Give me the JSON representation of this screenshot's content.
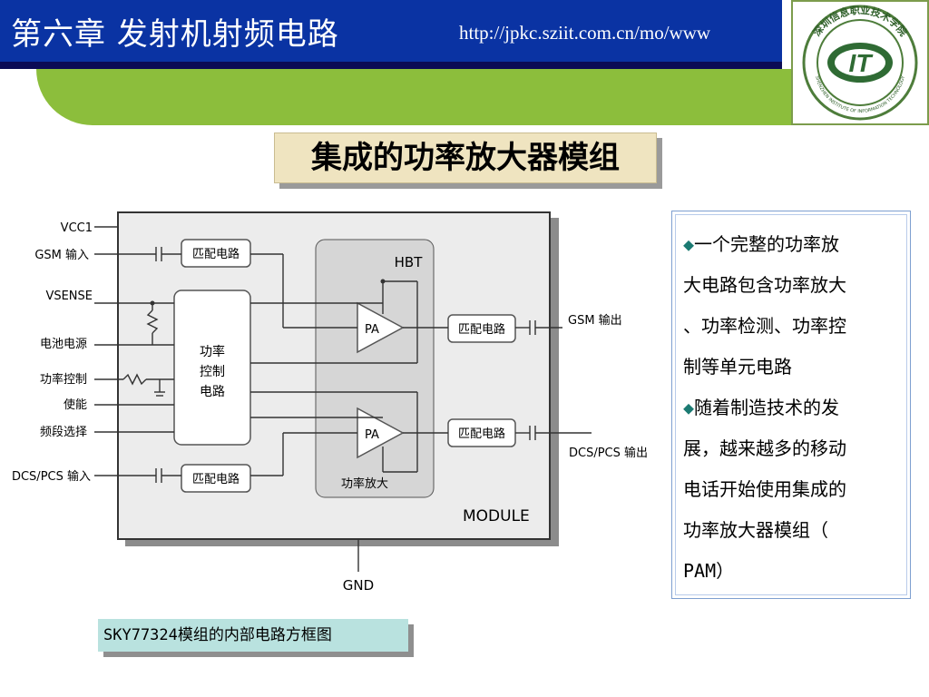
{
  "header": {
    "title": "第六章  发射机射频电路",
    "url": "http://jpkc.sziit.com.cn/mo/www"
  },
  "logo": {
    "icon": "college-seal-logo",
    "top_text": "深圳信息职业技术学院",
    "bottom_text": "SHENZHEN INSTITUTE OF INFORMATION TECHNOLOGY",
    "center_text": "IT"
  },
  "slide_title": "集成的功率放大器模组",
  "diagram": {
    "labels": {
      "vcc1": "VCC1",
      "gsm_in": "GSM 输入",
      "vsense": "VSENSE",
      "battery": "电池电源",
      "power_ctrl": "功率控制",
      "enable": "使能",
      "band_select": "频段选择",
      "dcs_pcs_in": "DCS/PCS 输入",
      "gsm_out": "GSM 输出",
      "dcs_pcs_out": "DCS/PCS 输出",
      "gnd": "GND",
      "module": "MODULE",
      "hbt": "HBT",
      "pa": "PA",
      "amp": "功率放大",
      "match": "匹配电路",
      "ctrl_1": "功率",
      "ctrl_2": "控制",
      "ctrl_3": "电路"
    }
  },
  "textbox": {
    "bullet_icon": "diamond-bullet-icon",
    "bullet_symbol": "◆",
    "bullet_color": "#1b7a72",
    "p1": [
      "一个完整的功率放",
      "大电路包含功率放大",
      "、功率检测、功率控",
      "制等单元电路"
    ],
    "p2": [
      "随着制造技术的发",
      "展，越来越多的移动",
      "电话开始使用集成的",
      "功率放大器模组（",
      "PAM）"
    ]
  },
  "caption": "SKY77324模组的内部电路方框图",
  "colors": {
    "header_blue": "#0a33a3",
    "header_dark": "#0b0b55",
    "green": "#8cbe3c",
    "title_bg": "#efe4c0",
    "caption_bg": "#b9e2df"
  }
}
